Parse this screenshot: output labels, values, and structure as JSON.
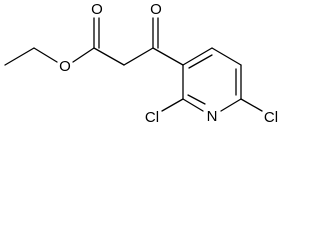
{
  "molecule": {
    "atoms": {
      "ester_oxygen_carbonyl": "O",
      "ester_oxygen_ether": "O",
      "ketone_oxygen": "O",
      "ring_nitrogen": "N",
      "chlorine_c2": "Cl",
      "chlorine_c6": "Cl"
    }
  },
  "colors": {
    "bond": "#000000",
    "label": "#000000",
    "background": "#ffffff"
  }
}
